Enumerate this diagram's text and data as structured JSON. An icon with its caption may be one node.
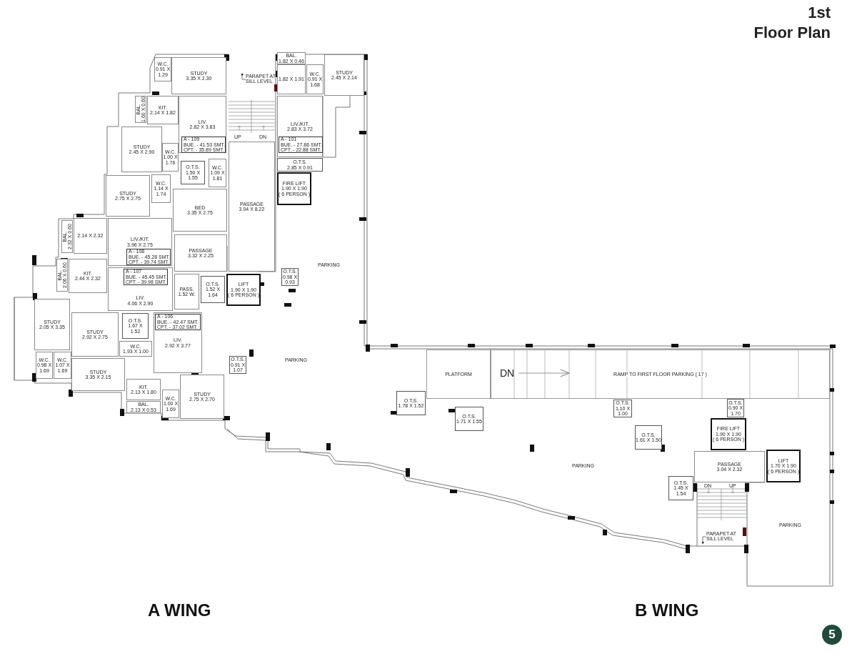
{
  "diagram": {
    "title": "1st Floor Plan",
    "nodes": [
      {
        "text": [
          "W.C.",
          "0.91 X 1.29"
        ]
      },
      {
        "text": [
          "STUDY",
          "3.35 X 2.30"
        ]
      },
      {
        "text": [
          "BAL.",
          "1.60 X 0.60"
        ]
      },
      {
        "text": [
          "KIT.",
          "2.14 X 1.82"
        ]
      },
      {
        "text": [
          "LIV.",
          "2.82 X 3.83"
        ]
      },
      {
        "text": [
          "A - 109",
          "BUE. - 41.53 SMT.",
          "CPT. - 35.89 SMT."
        ],
        "in": 4
      },
      {
        "text": [
          "STUDY",
          "2.45 X 2.90"
        ]
      },
      {
        "text": [
          "W.C.",
          "1.00 X 1.76"
        ]
      },
      {
        "text": [
          "O.T.S.",
          "1.50 X 1.55"
        ]
      },
      {
        "text": [
          "W.C.",
          "1.09 X 1.81"
        ]
      },
      {
        "text": [
          "STUDY",
          "2.75 X 2.75"
        ]
      },
      {
        "text": [
          "W.C.",
          "1.14 X 1.74"
        ]
      },
      {
        "text": [
          "BED",
          "3.35 X 2.75"
        ]
      },
      {
        "text": [
          "PASSAGE",
          "3.04 X 8.22"
        ]
      },
      {
        "text": [
          "BAL.",
          "2.32 X 0.60"
        ]
      },
      {
        "text": [
          "2.14 X 2.32"
        ]
      },
      {
        "text": [
          "LIV./KIT.",
          "3.96 X 2.75"
        ]
      },
      {
        "text": [
          "A - 108",
          "BUE. - 45.28 SMT.",
          "CPT. - 39.74 SMT."
        ],
        "in": 16
      },
      {
        "text": [
          "PASSAGE",
          "3.32 X 2.25"
        ]
      },
      {
        "text": [
          "BAL.",
          "2.06 X 0.60"
        ]
      },
      {
        "text": [
          "KIT.",
          "2.44 X 2.32"
        ]
      },
      {
        "text": [
          "LIV.",
          "4.06 X 2.90"
        ]
      },
      {
        "text": [
          "A - 107",
          "BUE. - 45.45 SMT.",
          "CPT. - 39.98 SMT."
        ],
        "in": 21
      },
      {
        "text": [
          "PASS.",
          "1.52 W."
        ]
      },
      {
        "text": [
          "O.T.S.",
          "1.52 X 1.64"
        ]
      },
      {
        "text": [
          "LIFT",
          "1.90 X 1.90",
          "( 6 PERSON )"
        ]
      },
      {
        "text": [
          "O.T.S.",
          "0.98 X 0.93"
        ]
      },
      {
        "text": [
          "STUDY",
          "2.05 X 3.35"
        ]
      },
      {
        "text": [
          "STUDY",
          "2.92 X 2.75"
        ]
      },
      {
        "text": [
          "O.T.S.",
          "1.67 X 1.52"
        ]
      },
      {
        "text": [
          "W.C.",
          "1.93 X 1.00"
        ]
      },
      {
        "text": [
          "LIV.",
          "2.92 X 3.77"
        ]
      },
      {
        "text": [
          "A - 106",
          "BUE. - 42.47 SMT.",
          "CPT. - 37.02 SMT."
        ],
        "in": 31
      },
      {
        "text": [
          "O.T.S.",
          "0.91 X 1.07"
        ]
      },
      {
        "text": [
          "W.C.",
          "0.98 X 1.69"
        ]
      },
      {
        "text": [
          "W.C.",
          "1.07 X 1.69"
        ]
      },
      {
        "text": [
          "STUDY",
          "3.35 X 2.15"
        ]
      },
      {
        "text": [
          "STUDY",
          "2.75 X 2.70"
        ]
      },
      {
        "text": [
          "KIT.",
          "2.13 X 1.80"
        ]
      },
      {
        "text": [
          "BAL.",
          "2.13 X 0.53"
        ]
      },
      {
        "text": [
          "W.C.",
          "1.00 X 1.69"
        ]
      },
      {
        "text": [
          "PARAPET AT SILL LEVEL"
        ]
      },
      {
        "text": [
          "BAL.",
          "1.82 X 0.46"
        ]
      },
      {
        "text": [
          "1.82 X 1.91"
        ]
      },
      {
        "text": [
          "W.C.",
          "0.91 X 1.68"
        ]
      },
      {
        "text": [
          "STUDY",
          "2.45 X 2.14"
        ]
      },
      {
        "text": [
          "LIV./KIT.",
          "2.83 X 3.72"
        ]
      },
      {
        "text": [
          "A - 101",
          "BUE. - 27.86 SMT.",
          "CPT. - 22.88 SMT."
        ],
        "in": 46
      },
      {
        "text": [
          "O.T.S.",
          "2.85 X 0.91"
        ]
      },
      {
        "text": [
          "FIRE LIFT",
          "1.90 X 1.90",
          "( 6 PERSON )"
        ]
      },
      {
        "text": [
          "PLATFORM"
        ]
      },
      {
        "text": [
          "RAMP TO FIRST FLOOR PARKING ( 17 )"
        ]
      },
      {
        "text": [
          "O.T.S.",
          "1.78 X 1.52"
        ]
      },
      {
        "text": [
          "O.T.S.",
          "1.71 X 1.55"
        ]
      },
      {
        "text": [
          "O.T.S.",
          "1.10 X 1.00"
        ]
      },
      {
        "text": [
          "O.T.S.",
          "0.90 X 1.70"
        ]
      },
      {
        "text": [
          "O.T.S.",
          "1.61 X 1.50"
        ]
      },
      {
        "text": [
          "FIRE LIFT",
          "1.90 X 1.90",
          "( 6 PERSON )"
        ]
      },
      {
        "text": [
          "PASSAGE",
          "3.04 X 2.32"
        ]
      },
      {
        "text": [
          "LIFT",
          "1.70 X 1.90",
          "( 6 PERSON )"
        ]
      },
      {
        "text": [
          "O.T.S.",
          "1.45 X 1.54"
        ]
      },
      {
        "text": [
          "PARAPET AT SILL LEVEL"
        ]
      }
    ],
    "edges": [
      {
        "from": 41,
        "to": null,
        "arrow": "other"
      },
      {
        "from": 61,
        "to": null,
        "arrow": "other"
      }
    ],
    "labels": [
      "UP",
      "DN",
      "PARKING",
      "PARKING",
      "DN",
      "PARKING",
      "DN",
      "UP",
      "PARKING",
      "A WING",
      "B WING",
      "5"
    ]
  }
}
